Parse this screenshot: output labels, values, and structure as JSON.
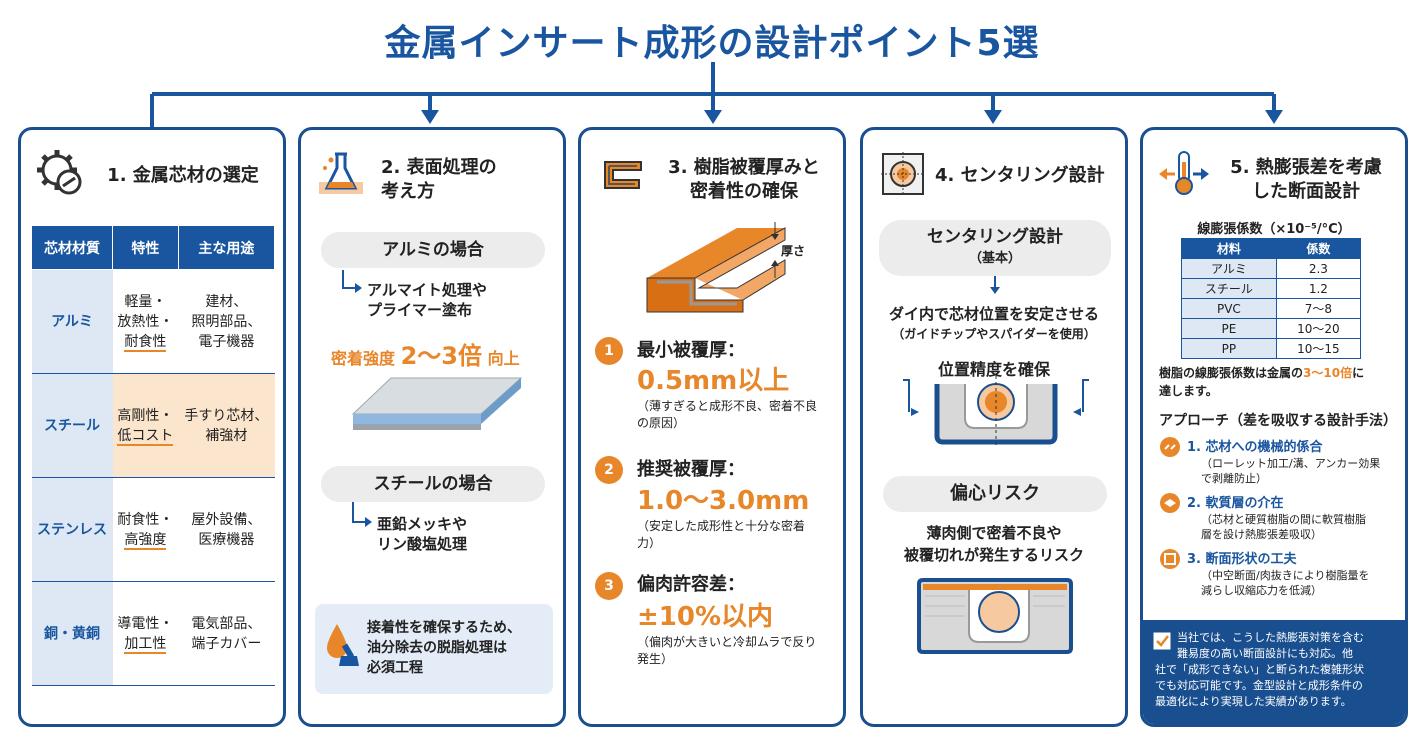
{
  "title": "金属インサート成形の設計ポイント5選",
  "card1": {
    "title": "1. 金属芯材の選定",
    "headers": [
      "芯材材質",
      "特性",
      "主な用途"
    ],
    "rows": [
      {
        "material": "アルミ",
        "traits": [
          "軽量・",
          "放熱性・",
          "耐食性"
        ],
        "uses": [
          "建材、",
          "照明部品、",
          "電子機器"
        ]
      },
      {
        "material": "スチール",
        "traits": [
          "高剛性・",
          "低コスト"
        ],
        "uses": [
          "手すり芯材、",
          "補強材"
        ]
      },
      {
        "material": "ステンレス",
        "traits": [
          "耐食性・",
          "高強度"
        ],
        "uses": [
          "屋外設備、",
          "医療機器"
        ]
      },
      {
        "material": "銅・黄銅",
        "traits": [
          "導電性・",
          "加工性"
        ],
        "uses": [
          "電気部品、",
          "端子カバー"
        ]
      }
    ]
  },
  "card2": {
    "title_l1": "2. 表面処理の",
    "title_l2": "考え方",
    "alu_header": "アルミの場合",
    "alu_l1": "アルマイト処理や",
    "alu_l2": "プライマー塗布",
    "adh_label": "密着強度",
    "adh_value": "2〜3倍",
    "adh_suffix": "向上",
    "steel_header": "スチールの場合",
    "steel_l1": "亜鉛メッキや",
    "steel_l2": "リン酸塩処理",
    "note_l1": "接着性を確保するため、",
    "note_l2": "油分除去の脱脂処理は",
    "note_l3": "必須工程"
  },
  "card3": {
    "title_l1": "3. 樹脂被覆厚みと",
    "title_l2": "密着性の確保",
    "thickness_label": "厚さ",
    "items": [
      {
        "num": "1",
        "label": "最小被覆厚：",
        "value": "0.5mm以上",
        "note_l1": "（薄すぎると成形不良、密着不良",
        "note_l2": "の原因）"
      },
      {
        "num": "2",
        "label": "推奨被覆厚：",
        "value": "1.0〜3.0mm",
        "note_l1": "（安定した成形性と十分な密着",
        "note_l2": "力）"
      },
      {
        "num": "3",
        "label": "偏肉許容差：",
        "value": "±10%以内",
        "note_l1": "（偏肉が大きいと冷却ムラで反り",
        "note_l2": "発生）"
      }
    ]
  },
  "card4": {
    "title": "4. センタリング設計",
    "box_title": "センタリング設計",
    "box_sub": "（基本）",
    "desc_l1": "ダイ内で芯材位置を安定させる",
    "desc_l2": "（ガイドチップやスパイダーを使用）",
    "precision": "位置精度を確保",
    "risk_title": "偏心リスク",
    "risk_l1": "薄肉側で密着不良や",
    "risk_l2": "被覆切れが発生するリスク"
  },
  "card5": {
    "title_l1": "5. 熱膨張差を考慮",
    "title_l2": "した断面設計",
    "table_caption": "線膨張係数（×10⁻⁵/°C）",
    "table_headers": [
      "材料",
      "係数"
    ],
    "table_rows": [
      [
        "アルミ",
        "2.3"
      ],
      [
        "スチール",
        "1.2"
      ],
      [
        "PVC",
        "7〜8"
      ],
      [
        "PE",
        "10〜20"
      ],
      [
        "PP",
        "10〜15"
      ]
    ],
    "ratio_text_a": "樹脂の線膨張係数は金属の",
    "ratio_value": "3〜10倍",
    "ratio_text_b": "に",
    "ratio_text_c": "達します。",
    "approach_title": "アプローチ（差を吸収する設計手法）",
    "approaches": [
      {
        "head": "1. 芯材への機械的係合",
        "sub_l1": "（ローレット加工/溝、アンカー効果",
        "sub_l2": "で剥離防止）"
      },
      {
        "head": "2. 軟質層の介在",
        "sub_l1": "（芯材と硬質樹脂の間に軟質樹脂",
        "sub_l2": "層を設け熱膨張差吸収）"
      },
      {
        "head": "3. 断面形状の工夫",
        "sub_l1": "（中空断面/肉抜きにより樹脂量を",
        "sub_l2": "減らし収縮応力を低減）"
      }
    ],
    "footer_l1": "当社では、こうした熱膨張対策を含む",
    "footer_l2": "難易度の高い断面設計にも対応。他",
    "footer_l3": "社で「成形できない」と断られた複雑形状",
    "footer_l4": "でも対応可能です。金型設計と成形条件の",
    "footer_l5": "最適化により実現した実績があります。"
  },
  "colors": {
    "primary": "#1a56a0",
    "accent": "#e8862a"
  }
}
